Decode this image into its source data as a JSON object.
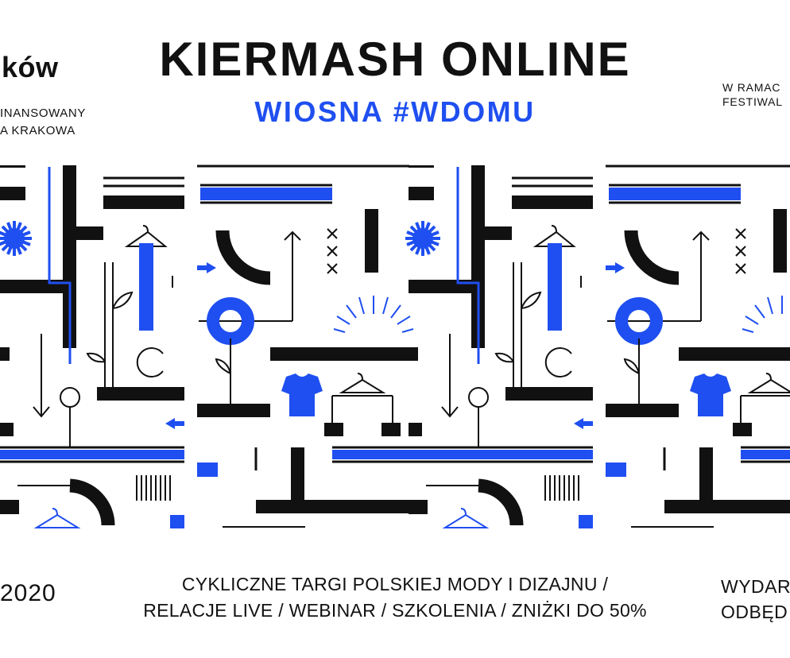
{
  "header": {
    "logo_fragment": "ków",
    "funding_line_1": "INANSOWANY",
    "funding_line_2": "A KRAKOWA",
    "title": "KIERMASH ONLINE",
    "subtitle": "WIOSNA #WDOMU",
    "context_line_1": "W RAMAC",
    "context_line_2": "FESTIWAL"
  },
  "footer": {
    "date": "2020",
    "description_line_1": "CYKLICZNE TARGI POLSKIEJ MODY I DIZAJNU /",
    "description_line_2": "RELACJE LIVE / WEBINAR / SZKOLENIA / ZNIŻKI DO 50%",
    "event_line_1": "WYDAR",
    "event_line_2": "ODBĘD"
  },
  "colors": {
    "accent": "#1f4ff0",
    "ink": "#111111",
    "background": "#ffffff"
  },
  "pattern": {
    "icons": [
      "sun-burst-icon",
      "hanger-icon",
      "arrow-up-icon",
      "arrow-down-icon",
      "arrow-left-icon",
      "arrow-right-icon",
      "flower-icon",
      "leaf-icon",
      "tshirt-icon",
      "cross-marks-icon",
      "sunrise-icon",
      "barcode-icon"
    ]
  }
}
